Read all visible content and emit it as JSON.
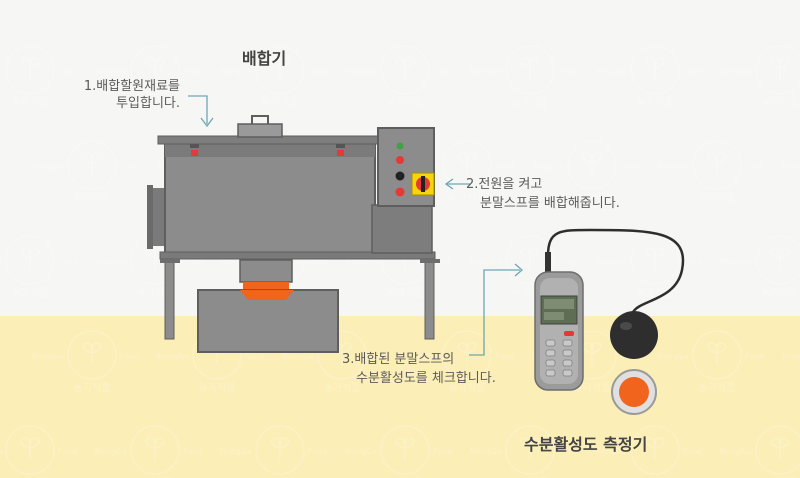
{
  "title_mixer": "배합기",
  "title_meter": "수분활성도 측정기",
  "step1": {
    "line1": "1.배합할원재료를",
    "line2": "투입합니다."
  },
  "step2": {
    "line1": "2.전원을 켜고",
    "line2": "분말스프를 배합해줍니다."
  },
  "step3": {
    "line1": "3.배합된 분말스프의",
    "line2": "수분활성도를 체크합니다."
  },
  "watermark": {
    "brand": "농가식품",
    "en_left": "NongGa",
    "en_right": "Food"
  },
  "colors": {
    "background": "#f6f6f4",
    "floor": "#fbeeb6",
    "machine_body": "#8c8c8c",
    "machine_dark": "#6e6e6e",
    "leader_line": "#6fa6b3",
    "orange": "#f0641e",
    "meter_body": "#9b9b9b",
    "probe": "#2e2e2e"
  },
  "icons": [
    "mixer-machine",
    "control-panel",
    "power-switch",
    "water-activity-meter",
    "probe-disc",
    "sample-cup",
    "sprout-watermark"
  ]
}
